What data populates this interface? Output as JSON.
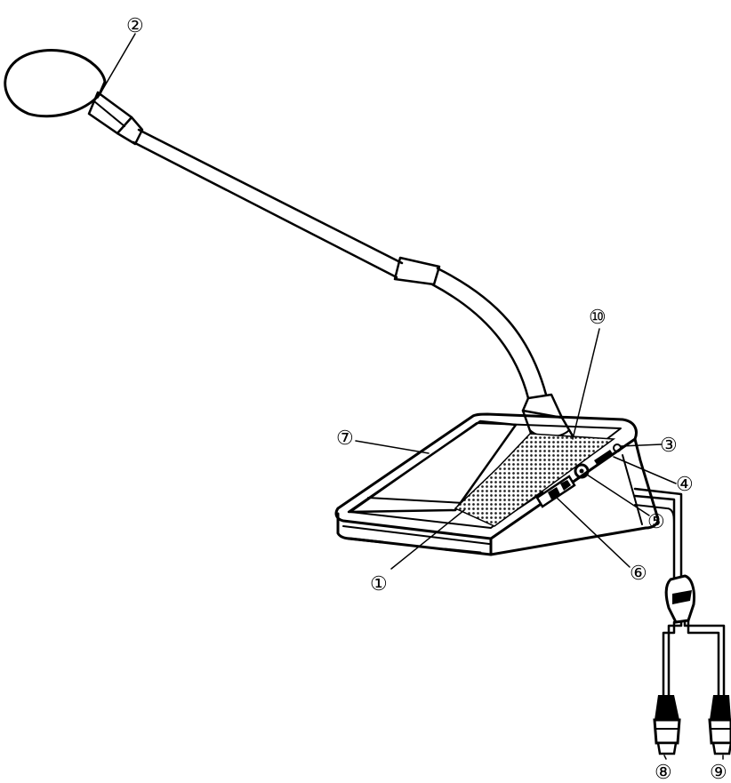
{
  "figure": {
    "description_style": "line drawing of gooseneck conference microphone unit with numbered callouts",
    "callouts": [
      {
        "id": "c1",
        "label": "①"
      },
      {
        "id": "c2",
        "label": "②"
      },
      {
        "id": "c3",
        "label": "③"
      },
      {
        "id": "c4",
        "label": "④"
      },
      {
        "id": "c5",
        "label": "⑤"
      },
      {
        "id": "c6",
        "label": "⑥"
      },
      {
        "id": "c7",
        "label": "⑦"
      },
      {
        "id": "c8",
        "label": "⑧"
      },
      {
        "id": "c9",
        "label": "⑨"
      },
      {
        "id": "c10",
        "label": "⑩"
      }
    ]
  },
  "colors": {
    "line": "#000000",
    "background": "#ffffff",
    "grille": "#222222"
  }
}
